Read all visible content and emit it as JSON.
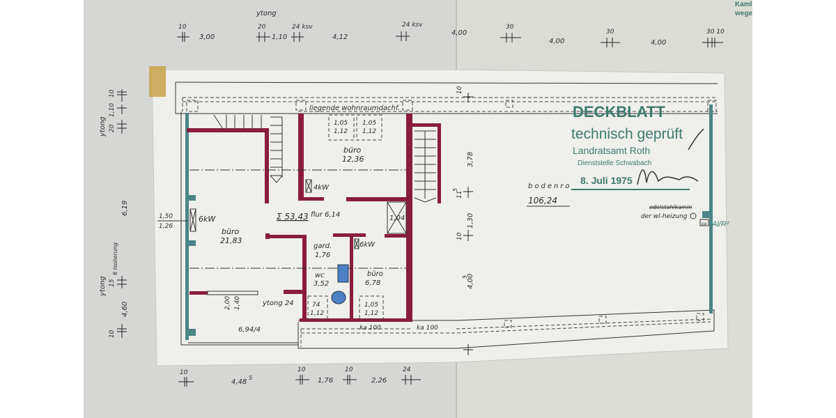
{
  "colors": {
    "wall": "#8a1d3c",
    "exterior_wall": "#4b8585",
    "stamp": "#3f7a6e",
    "paper": "#d9d9d6"
  },
  "corner_note": [
    "Kaml",
    "wege"
  ],
  "top_dims": {
    "ytong": "ytong",
    "marks": [
      "10",
      "20",
      "24 ksv",
      "24 ksv",
      "30",
      "30",
      "30 10"
    ],
    "lengths": [
      "3,00",
      "1,10",
      "4,12",
      "4,00",
      "4,00",
      "4,00"
    ]
  },
  "left_dims": {
    "ytong_top": "ytong",
    "ytong_bottom": "ytong",
    "marks": [
      "10",
      "1,10",
      "20",
      "15",
      "6 Isolierung",
      "10"
    ],
    "lengths": [
      "6,19",
      "4,60"
    ]
  },
  "bottom_dims": {
    "marks": [
      "10",
      "10",
      "10",
      "24"
    ],
    "lengths": [
      "4,48",
      "5",
      "1,76",
      "2,26"
    ]
  },
  "right_dims": {
    "marks": [
      "10",
      "11",
      "5",
      "10"
    ],
    "lengths": [
      "3,78",
      "1,30",
      "4,00",
      "5"
    ]
  },
  "plan": {
    "roof_window": "liegende wohnraumdachf.",
    "rooms": [
      {
        "name": "büro",
        "area": "12,36"
      },
      {
        "name": "büro",
        "area": "21,83"
      },
      {
        "name": "gard.",
        "area": "1,76"
      },
      {
        "name": "wc",
        "area": "3,52"
      },
      {
        "name": "büro",
        "area": "6,78"
      }
    ],
    "total": "Σ 53,43",
    "flur": "flur 6,14",
    "shaft": "1,04",
    "heaters": [
      "4kW",
      "6kW",
      "6kW"
    ],
    "windows": [
      [
        "1,05",
        "1,12"
      ],
      [
        "1,05",
        "1,12"
      ],
      [
        "74",
        "1,12"
      ],
      [
        "1,05",
        "1,12"
      ]
    ],
    "side_window": [
      "1,50",
      "1,26"
    ],
    "door": [
      "2,00",
      "1,40"
    ],
    "ytong_24": "ytong 24",
    "room_perimeter": "6,94/4",
    "ka": [
      "ka 100",
      "ka 100"
    ],
    "bodenraum": "bodenro",
    "bodenraum_area": "106,24",
    "chimney": [
      "edelstahlkamin",
      "der wl-heizung"
    ],
    "chimney_mark": "pa",
    "chimney_note": "Al/R²"
  },
  "stamp": {
    "title": "DECKBLATT",
    "line1": "technisch geprüft",
    "line2": "Landratsamt Roth",
    "line3": "Dienststelle Schwabach",
    "date": "8. Juli 1975"
  }
}
